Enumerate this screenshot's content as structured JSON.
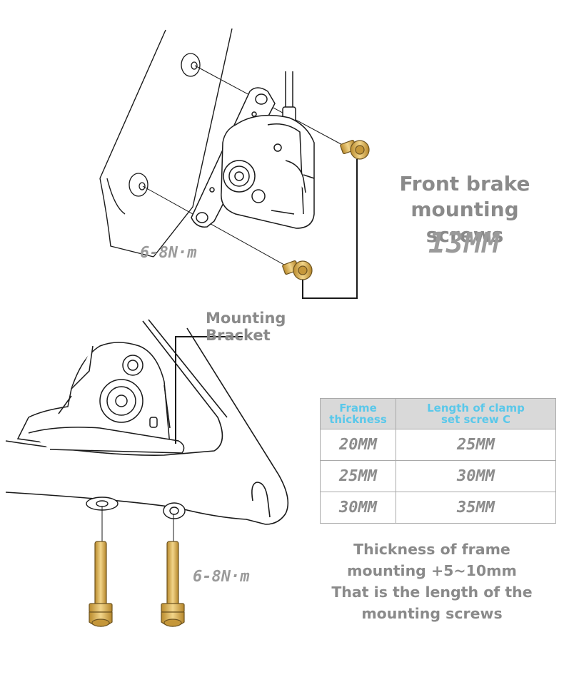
{
  "labels": {
    "front_title_line1": "Front brake",
    "front_title_line2": "mounting screws",
    "front_size": "13MM",
    "torque_top": "6-8N·m",
    "torque_bottom": "6-8N·m",
    "bracket": "Mounting Bracket",
    "note_line1": "Thickness of frame",
    "note_line2": "mounting +5~10mm",
    "note_line3": "That is the length of the",
    "note_line4": "mounting screws"
  },
  "table": {
    "header_col1_line1": "Frame",
    "header_col1_line2": "thickness",
    "header_col2_line1": "Length of clamp",
    "header_col2_line2": "set screw C",
    "rows": [
      {
        "thickness": "20MM",
        "length": "25MM"
      },
      {
        "thickness": "25MM",
        "length": "30MM"
      },
      {
        "thickness": "30MM",
        "length": "35MM"
      }
    ]
  },
  "colors": {
    "line": "#1a1a1a",
    "screw_gold": "#d4a94a",
    "label_gray": "#8a8a8a",
    "table_header_bg": "#d9d9d9",
    "table_header_text": "#5ac8ea"
  }
}
